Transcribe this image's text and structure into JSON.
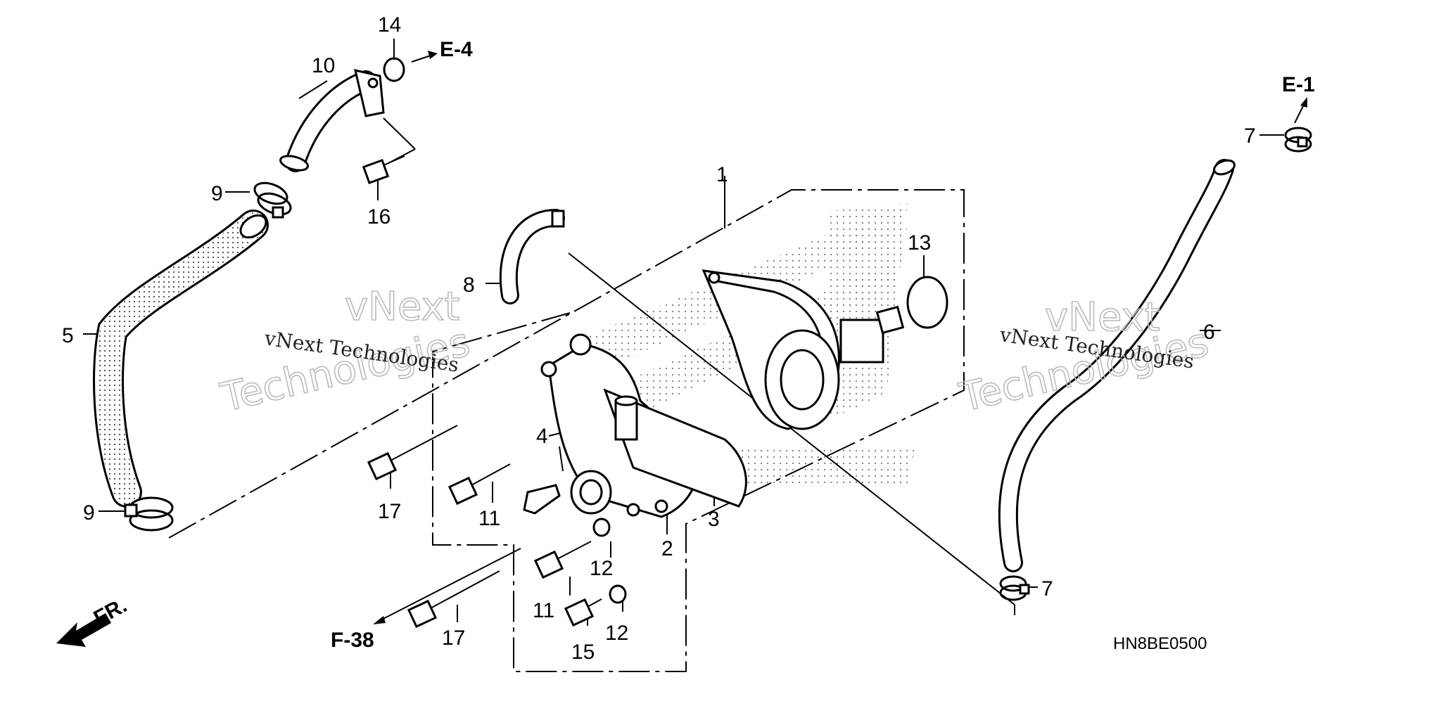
{
  "diagram": {
    "part_labels": {
      "p1": "1",
      "p2": "2",
      "p3": "3",
      "p4": "4",
      "p5": "5",
      "p6": "6",
      "p7a": "7",
      "p7b": "7",
      "p8": "8",
      "p9a": "9",
      "p9b": "9",
      "p10": "10",
      "p11a": "11",
      "p11b": "11",
      "p12a": "12",
      "p12b": "12",
      "p13": "13",
      "p14": "14",
      "p15": "15",
      "p16": "16",
      "p17a": "17",
      "p17b": "17"
    },
    "references": {
      "e4": "E-4",
      "e1": "E-1",
      "f38": "F-38"
    },
    "direction_label": "FR.",
    "diagram_code": "HN8BE0500",
    "watermark": {
      "line1": "vNext",
      "line2": "Technologies",
      "small": "vNext Technologies"
    }
  }
}
